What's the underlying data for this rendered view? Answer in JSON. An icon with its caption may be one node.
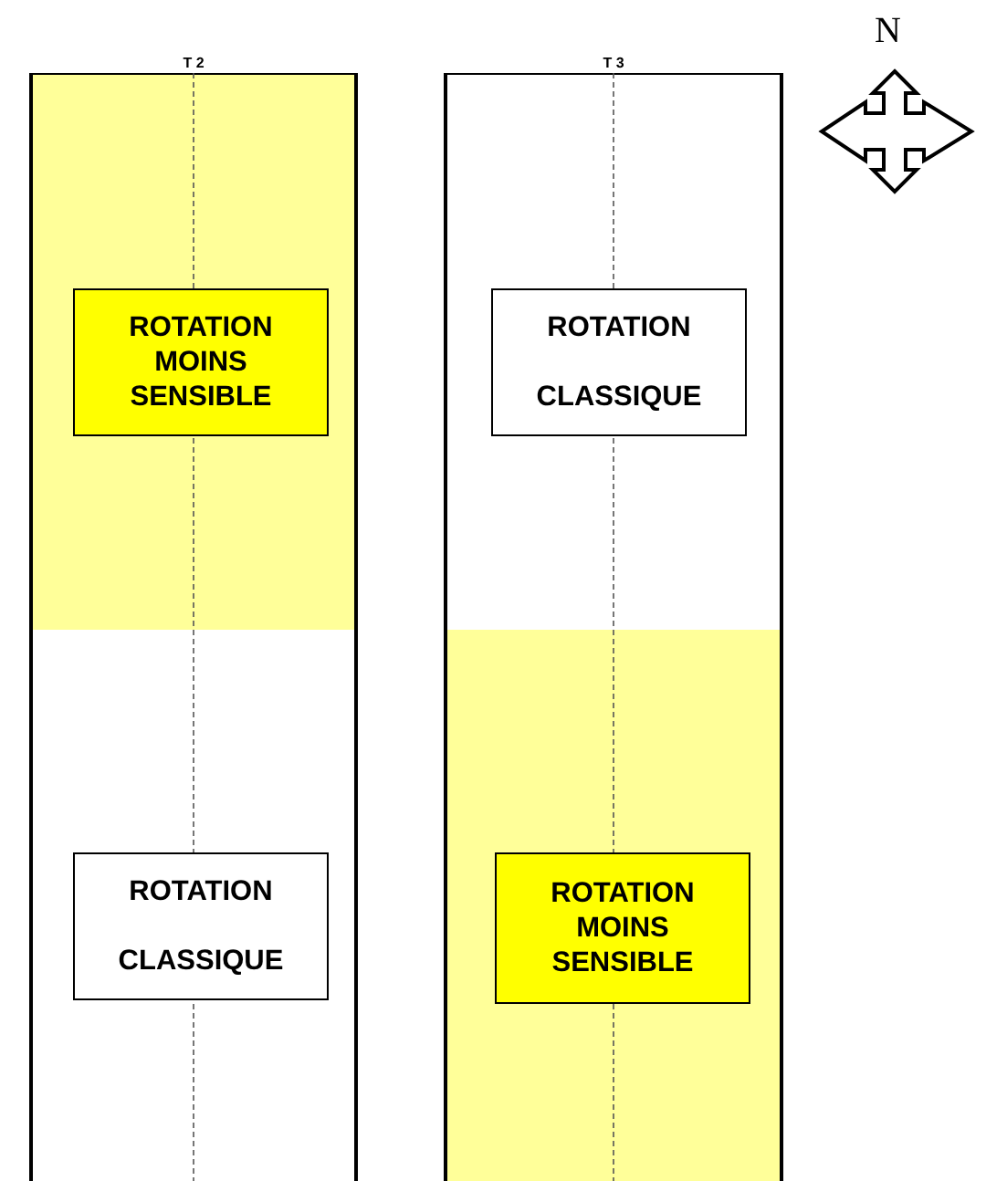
{
  "diagram": {
    "nodes": [
      {
        "text": [
          "T 2"
        ]
      },
      {
        "text": [],
        "shape": "box",
        "in": 0
      },
      {
        "text": [
          "ROTATION MOINS SENSIBLE"
        ],
        "in": 1
      },
      {
        "text": [],
        "shape": "box",
        "in": 0
      },
      {
        "text": [
          "ROTATION",
          "CLASSIQUE"
        ],
        "in": 3
      },
      {
        "text": [
          "T 3"
        ]
      },
      {
        "text": [],
        "shape": "box",
        "in": 5
      },
      {
        "text": [
          "ROTATION",
          "CLASSIQUE"
        ],
        "in": 6
      },
      {
        "text": [],
        "shape": "box",
        "in": 5
      },
      {
        "text": [
          "ROTATION MOINS SENSIBLE"
        ],
        "in": 8
      }
    ],
    "labels": [
      "N"
    ]
  }
}
